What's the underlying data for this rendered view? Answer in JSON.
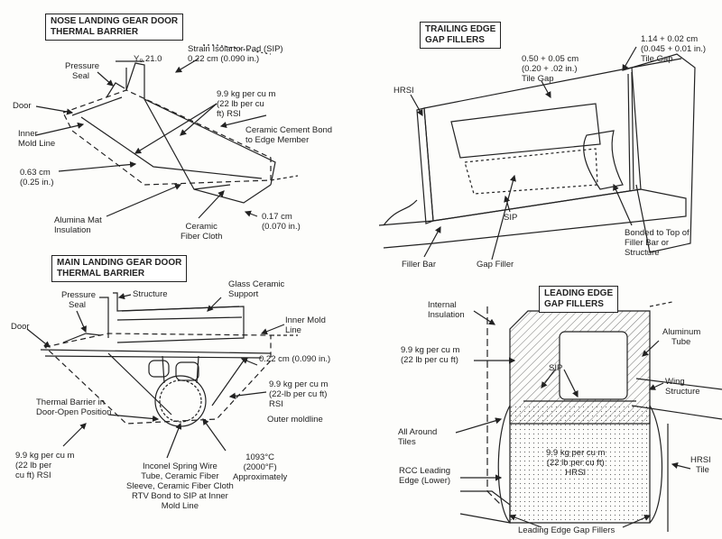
{
  "nose": {
    "title1": "NOSE LANDING GEAR DOOR",
    "title2": "THERMAL BARRIER",
    "sip1": "Strain Isolartor Pad (SIP)",
    "sip2": "0.22 cm (0.090 in.)",
    "y0": "Y₀ 21.0",
    "pressure1": "Pressure",
    "pressure2": "Seal",
    "door": "Door",
    "inner1": "Inner",
    "inner2": "Mold Line",
    "rsi1": "9.9 kg per cu m",
    "rsi2": "(22 lb per cu",
    "rsi3": "ft) RSI",
    "bond1": "Ceramic Cement Bond",
    "bond2": "to Edge Member",
    "dim1": "0.63 cm",
    "dim2": "(0.25 in.)",
    "alumina1": "Alumina Mat",
    "alumina2": "Insulation",
    "cloth1": "Ceramic",
    "cloth2": "Fiber Cloth",
    "gap1": "0.17 cm",
    "gap2": "(0.070 in.)"
  },
  "main": {
    "title1": "MAIN LANDING GEAR DOOR",
    "title2": "THERMAL BARRIER",
    "glass1": "Glass Ceramic",
    "glass2": "Support",
    "pressure1": "Pressure",
    "pressure2": "Seal",
    "structure": "Structure",
    "door": "Door",
    "inner1": "Inner Mold",
    "inner2": "Line",
    "dim": "0.22 cm (0.090 in.)",
    "rsi1": "9.9 kg per cu m",
    "rsi2": "(22-lb per cu ft)",
    "rsi3": "RSI",
    "outer": "Outer moldline",
    "barrier1": "Thermal Barrier in",
    "barrier2": "Door-Open Position",
    "rsiL1": "9.9 kg per cu m",
    "rsiL2": "(22 lb per",
    "rsiL3": "cu ft) RSI",
    "inconel1": "Inconel Spring Wire",
    "inconel2": "Tube, Ceramic Fiber",
    "inconel3": "Sleeve, Ceramic Fiber Cloth",
    "inconel4": "RTV Bond to SIP at Inner",
    "inconel5": "Mold Line",
    "temp1": "1093°C",
    "temp2": "(2000°F)",
    "temp3": "Approximately"
  },
  "trailing": {
    "title1": "TRAILING EDGE",
    "title2": "GAP FILLERS",
    "gap1a": "1.14 + 0.02 cm",
    "gap1b": "(0.045 + 0.01 in.)",
    "gap1c": "Tile Gap",
    "gap2a": "0.50 + 0.05 cm",
    "gap2b": "(0.20 + .02 in.)",
    "gap2c": "Tile Gap",
    "hrsi": "HRSI",
    "sip": "SIP",
    "fillerbar": "Filler Bar",
    "gapfiller": "Gap Filler",
    "bonded1": "Bonded to Top of",
    "bonded2": "Filler Bar or",
    "bonded3": "Structure"
  },
  "leading": {
    "title1": "LEADING EDGE",
    "title2": "GAP FILLERS",
    "internal1": "Internal",
    "internal2": "Insulation",
    "aluminum1": "Aluminum",
    "aluminum2": "Tube",
    "rsi1": "9.9 kg per cu m",
    "rsi2": "(22 lb per cu ft)",
    "sip": "SIP",
    "wing1": "Wing",
    "wing2": "Structure",
    "allaround1": "All Around",
    "allaround2": "Tiles",
    "hrsiTile1": "HRSI",
    "hrsiTile2": "Tile",
    "center1": "9.9 kg per cu m",
    "center2": "(22 lb per cu ft)",
    "center3": "HRSI",
    "rcc1": "RCC Leading",
    "rcc2": "Edge (Lower)",
    "gapfillers": "Leading Edge Gap Fillers"
  }
}
